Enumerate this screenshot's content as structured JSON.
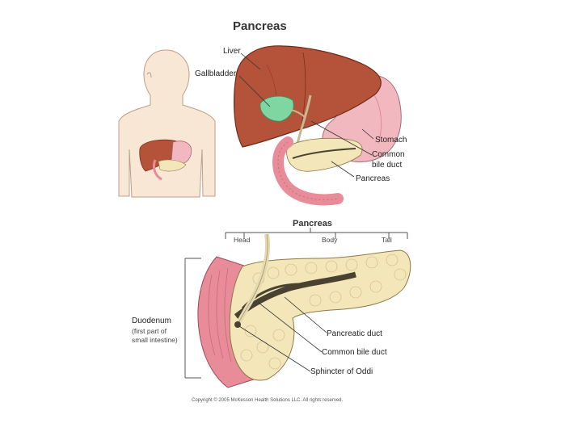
{
  "top_figure": {
    "title": "Pancreas",
    "labels": {
      "liver": "Liver",
      "gallbladder": "Gallbladder",
      "stomach": "Stomach",
      "common_bile_duct_1": "Common",
      "common_bile_duct_2": "bile duct",
      "pancreas": "Pancreas"
    }
  },
  "bottom_figure": {
    "title": "Pancreas",
    "regions": {
      "head": "Head",
      "body": "Body",
      "tail": "Tail"
    },
    "labels": {
      "duodenum_1": "Duodenum",
      "duodenum_2": "(first part of",
      "duodenum_3": "small intestine)",
      "pancreatic_duct": "Pancreatic duct",
      "common_bile_duct": "Common bile duct",
      "sphincter": "Sphincter of Oddi"
    }
  },
  "copyright": "Copyright © 2005 McKesson Health Solutions LLC. All rights reserved.",
  "colors": {
    "liver": "#b5533a",
    "gallbladder": "#7fd6a0",
    "stomach": "#f2b8c0",
    "pancreas": "#f3e6b8",
    "duct": "#4a4230",
    "duodenum": "#e78c98",
    "skin": "#f9e7d6"
  }
}
